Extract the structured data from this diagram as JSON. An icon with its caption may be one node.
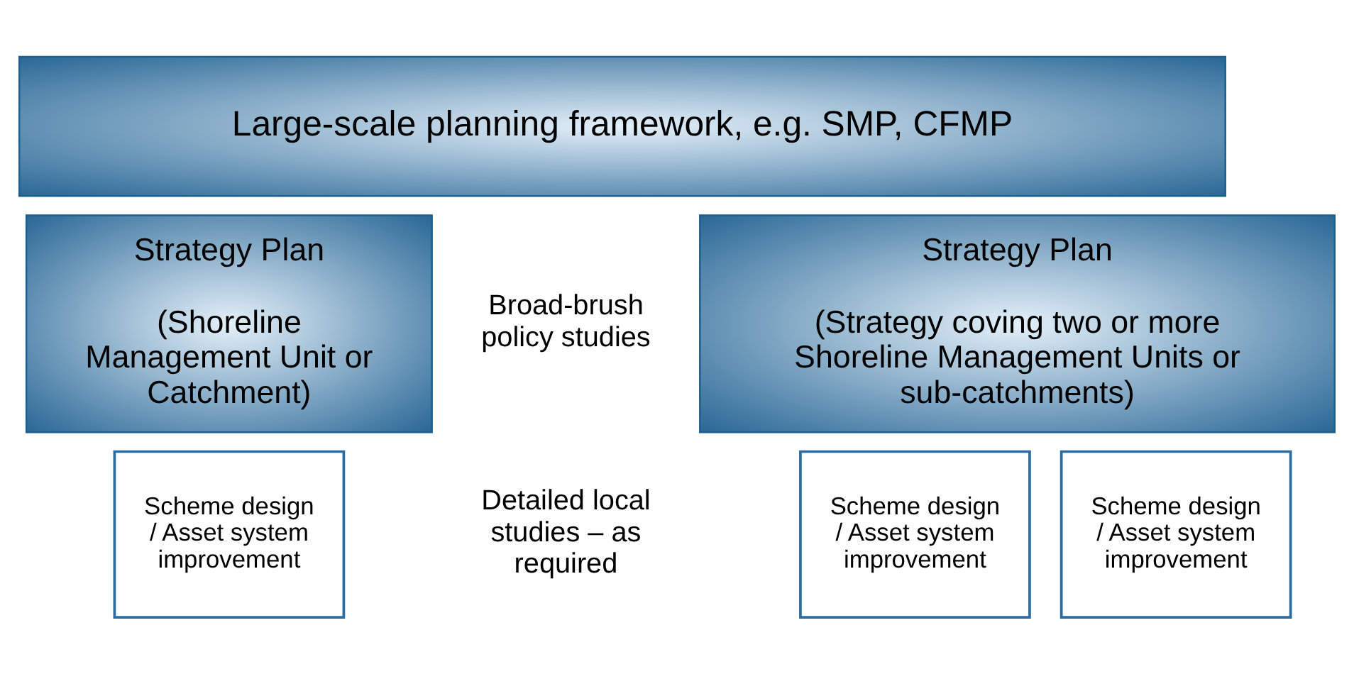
{
  "diagram": {
    "nodes": [
      {
        "text": [
          "Large-scale planning framework, e.g. SMP, CFMP"
        ]
      },
      {
        "text": [
          "Strategy Plan",
          "(Shoreline Management Unit or Catchment)"
        ]
      },
      {
        "text": [
          "Strategy Plan",
          "(Strategy coving two or more Shoreline Management Units or sub-catchments)"
        ]
      },
      {
        "text": [
          "Scheme design / Asset system improvement"
        ]
      },
      {
        "text": [
          "Scheme design / Asset system improvement"
        ]
      },
      {
        "text": [
          "Scheme design / Asset system improvement"
        ]
      }
    ],
    "edges": [],
    "labels": [
      "Broad-brush policy studies",
      "Detailed local studies – as required"
    ]
  }
}
